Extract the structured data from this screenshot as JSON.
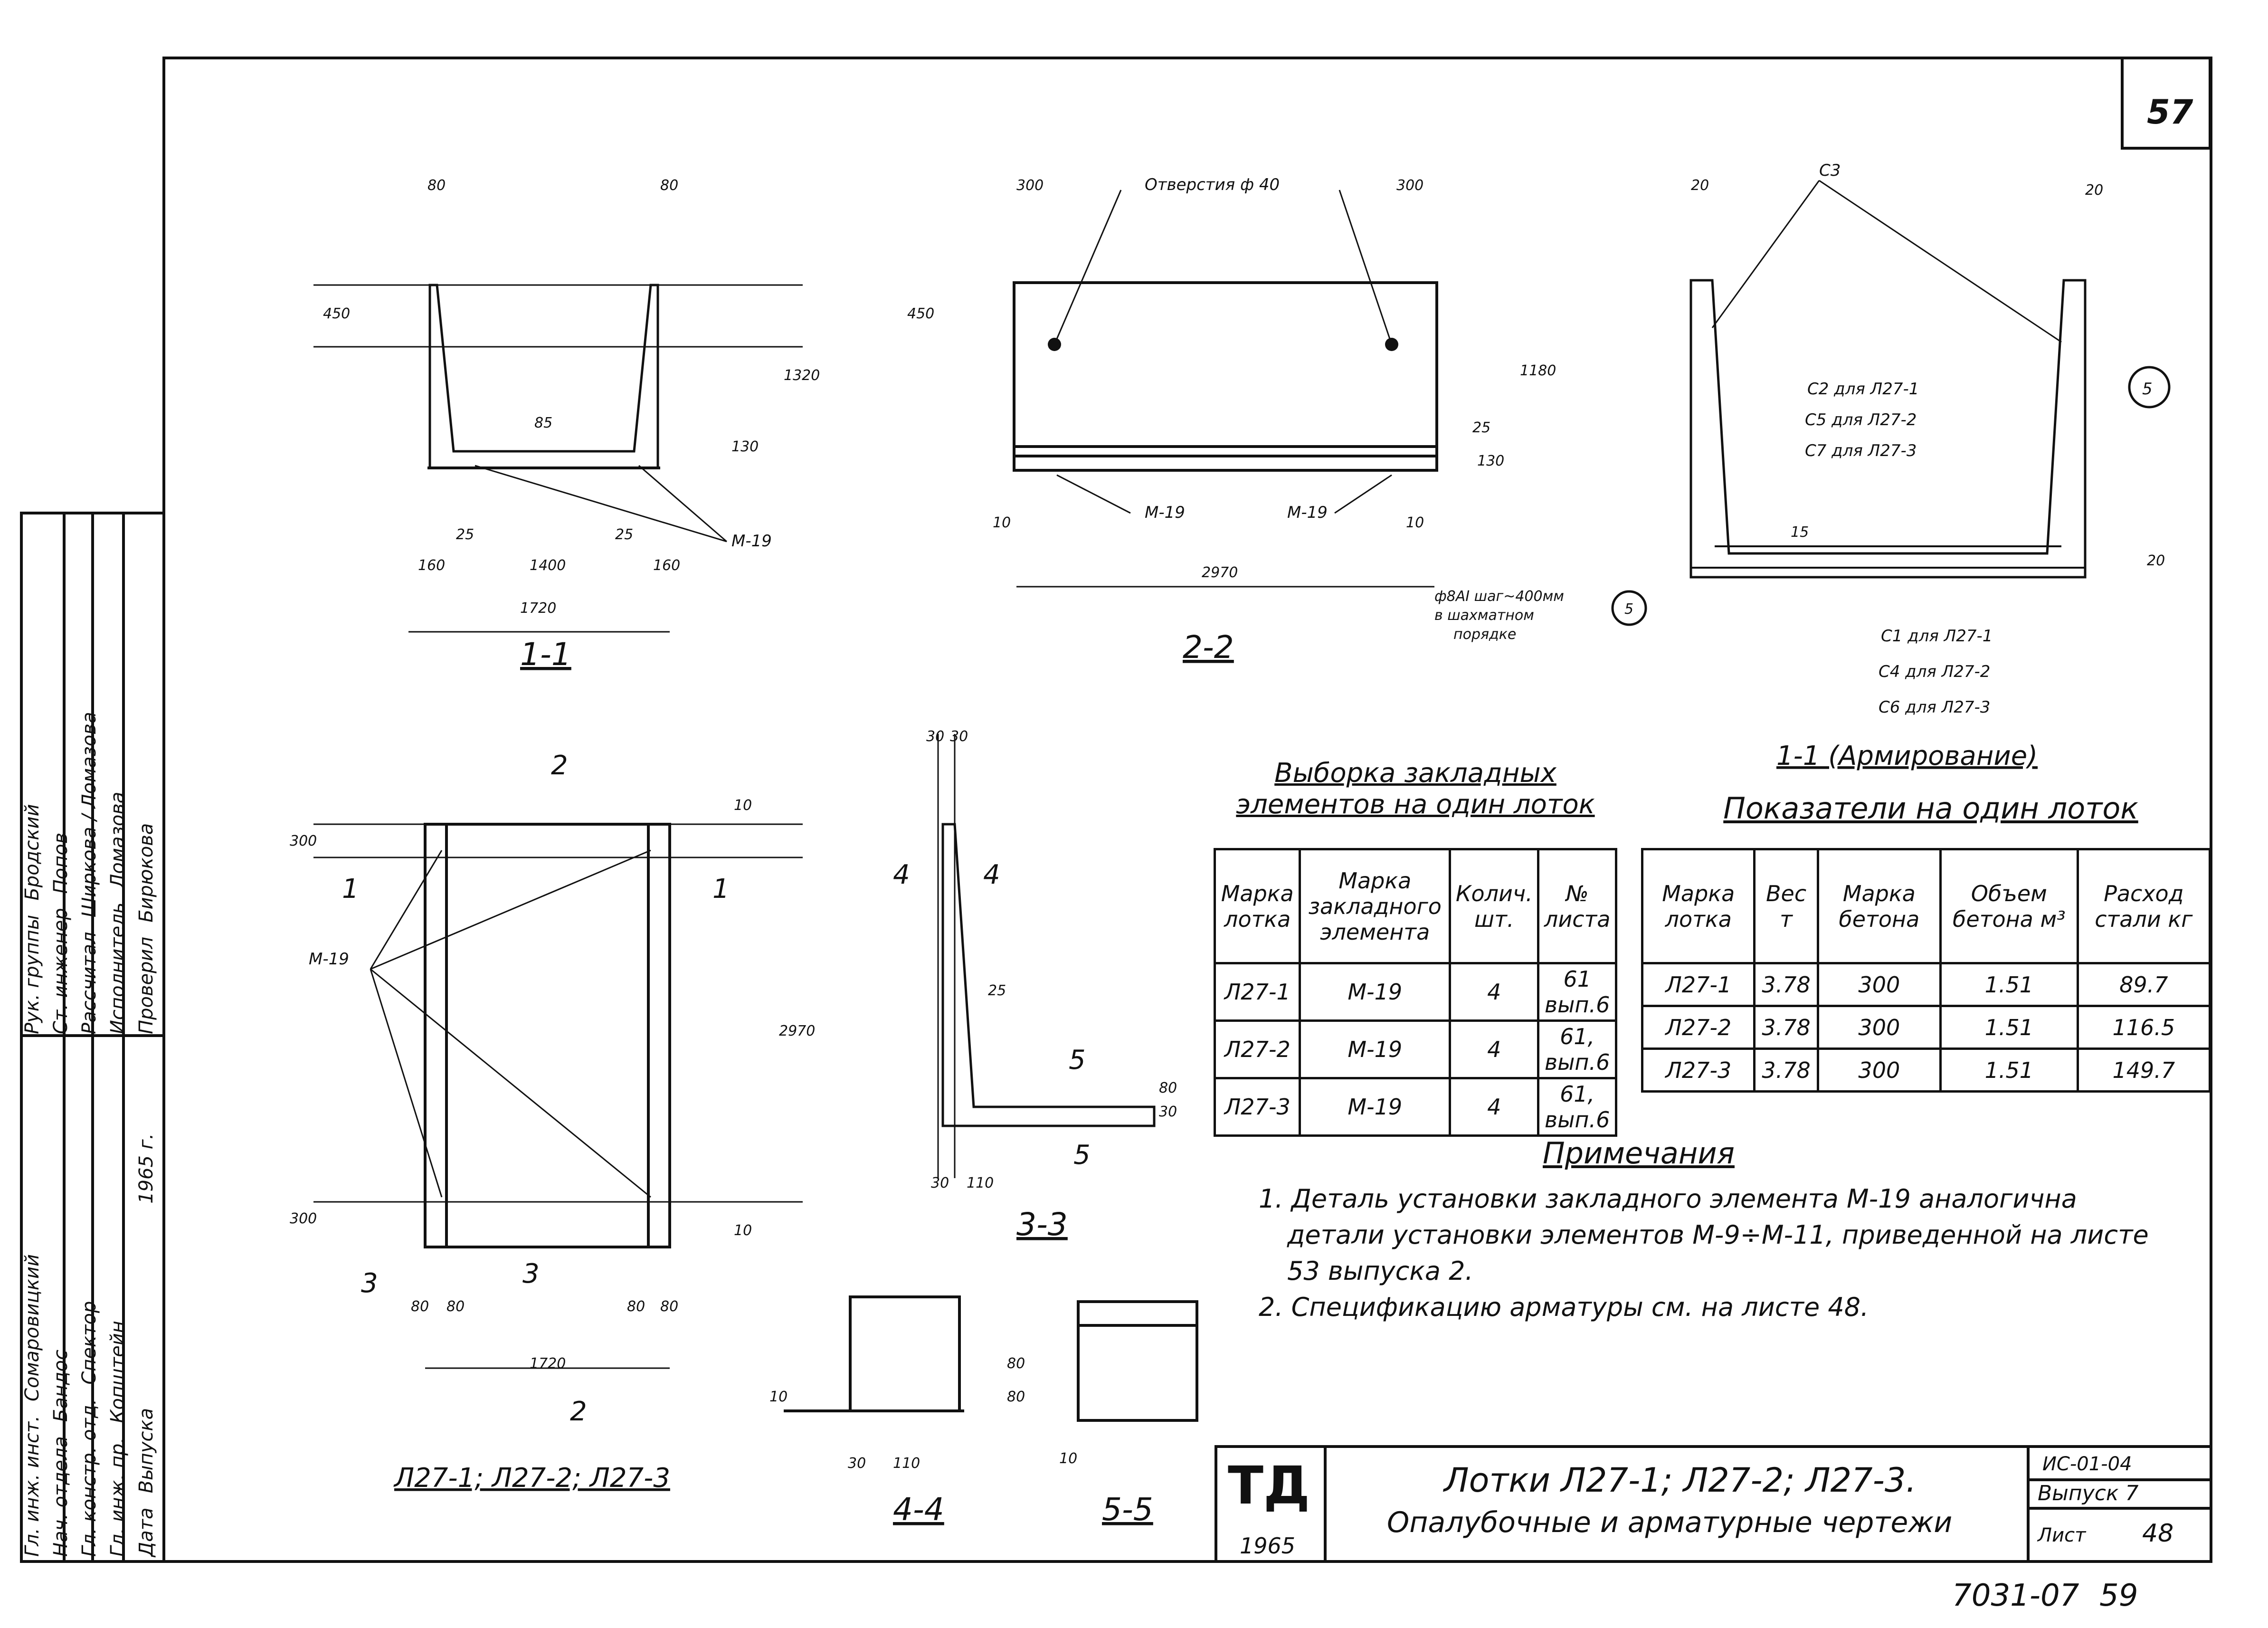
{
  "sheet_corner": "57",
  "doc_code": "7031-07",
  "doc_code_page": "59",
  "sections": {
    "s11": {
      "title": "1-1",
      "dims": {
        "w80a": "80",
        "w80b": "80",
        "h450": "450",
        "h1320": "1320",
        "d85": "85",
        "d130": "130",
        "d25a": "25",
        "d25b": "25",
        "d160a": "160",
        "d160b": "160",
        "d1400": "1400",
        "d1720": "1720",
        "m19": "M-19"
      }
    },
    "s22": {
      "title": "2-2",
      "holes": "Отверстия ф 40",
      "dims": {
        "d300a": "300",
        "d300b": "300",
        "h450": "450",
        "h1180": "1180",
        "d25": "25",
        "d130": "130",
        "d10a": "10",
        "d10b": "10",
        "d2970": "2970",
        "m19a": "M-19",
        "m19b": "M-19"
      },
      "note": [
        "ф8АI шаг~400мм",
        "в шахматном",
        "порядке"
      ],
      "circle": "5"
    },
    "arm": {
      "title": "1-1 (Армирование)",
      "c3": "С3",
      "d20a": "20",
      "d20b": "20",
      "d15": "15",
      "d20c": "20",
      "circle": "5",
      "upper": [
        "С2 для Л27-1",
        "С5 для Л27-2",
        "С7 для Л27-3"
      ],
      "lower": [
        "С1 для Л27-1",
        "С4 для Л27-2",
        "С6 для Л27-3"
      ]
    },
    "plan": {
      "title": "Л27-1; Л27-2; Л27-3",
      "cut2": "2",
      "cut1": "1",
      "cut3": "3",
      "cutb": "2",
      "dims": {
        "h300a": "300",
        "h300b": "300",
        "h2970": "2970",
        "d10a": "10",
        "d10b": "10",
        "d80a": "80",
        "d80b": "80",
        "d80c": "80",
        "d80d": "80",
        "d1720": "1720",
        "m19": "M-19"
      }
    },
    "s33": {
      "title": "3-3",
      "cut4": "4",
      "cut5": "5",
      "dims": {
        "d30a": "30",
        "d30b": "30",
        "d25": "25",
        "d30c": "30",
        "d110": "110",
        "v": "80",
        "v2": "30"
      }
    },
    "s44": {
      "title": "4-4",
      "dims": {
        "d30": "30",
        "d110": "110",
        "d10": "10"
      }
    },
    "s55": {
      "title": "5-5",
      "dims": {
        "d80a": "80",
        "d80b": "80",
        "d10": "10"
      }
    }
  },
  "embedded_table": {
    "title_line1": "Выборка закладных",
    "title_line2": "элементов на один лоток",
    "headers": [
      "Марка лотка",
      "Марка закладного элемента",
      "Колич. шт.",
      "№ листа"
    ],
    "rows": [
      [
        "Л27-1",
        "М-19",
        "4",
        "61 вып.6"
      ],
      [
        "Л27-2",
        "М-19",
        "4",
        "61, вып.6"
      ],
      [
        "Л27-3",
        "М-19",
        "4",
        "61, вып.6"
      ]
    ]
  },
  "indicators_table": {
    "title": "Показатели на один лоток",
    "headers": [
      "Марка лотка",
      "Вес т",
      "Марка бетона",
      "Объем бетона м³",
      "Расход стали кг"
    ],
    "rows": [
      [
        "Л27-1",
        "3.78",
        "300",
        "1.51",
        "89.7"
      ],
      [
        "Л27-2",
        "3.78",
        "300",
        "1.51",
        "116.5"
      ],
      [
        "Л27-3",
        "3.78",
        "300",
        "1.51",
        "149.7"
      ]
    ]
  },
  "notes": {
    "title": "Примечания",
    "items": [
      "1. Деталь установки закладного элемента М-19 аналогична детали установки элементов М-9÷М-11, приведенной на листе 53 выпуска 2.",
      "2. Спецификацию арматуры см. на листе 48."
    ]
  },
  "title_block": {
    "logo": "ТД",
    "year": "1965",
    "title_line1": "Лотки Л27-1; Л27-2; Л27-3.",
    "title_line2": "Опалубочные и арматурные чертежи",
    "series": "ИС-01-04",
    "issue": "Выпуск 7",
    "sheet_label": "Лист",
    "sheet_no": "48"
  },
  "side_stamp": {
    "col1": [
      "Гл. инж. инст.",
      "Нач. отдела",
      "Гл. констр. отд.",
      "Гл. инж. пр.",
      "Дата"
    ],
    "col2": [
      "Сомаровицкий",
      "Бандос",
      "Спектор",
      "Копштейн",
      "Выпуска"
    ],
    "col3": [
      "Рук. группы",
      "Ст. инженер",
      "Рассчитал",
      "Исполнитель",
      "Проверил"
    ],
    "col4": [
      "Бродский",
      "Попов",
      "Ширкова / Ломазова",
      "Ломазова",
      "Бирюкова"
    ],
    "year": "1965 г."
  }
}
